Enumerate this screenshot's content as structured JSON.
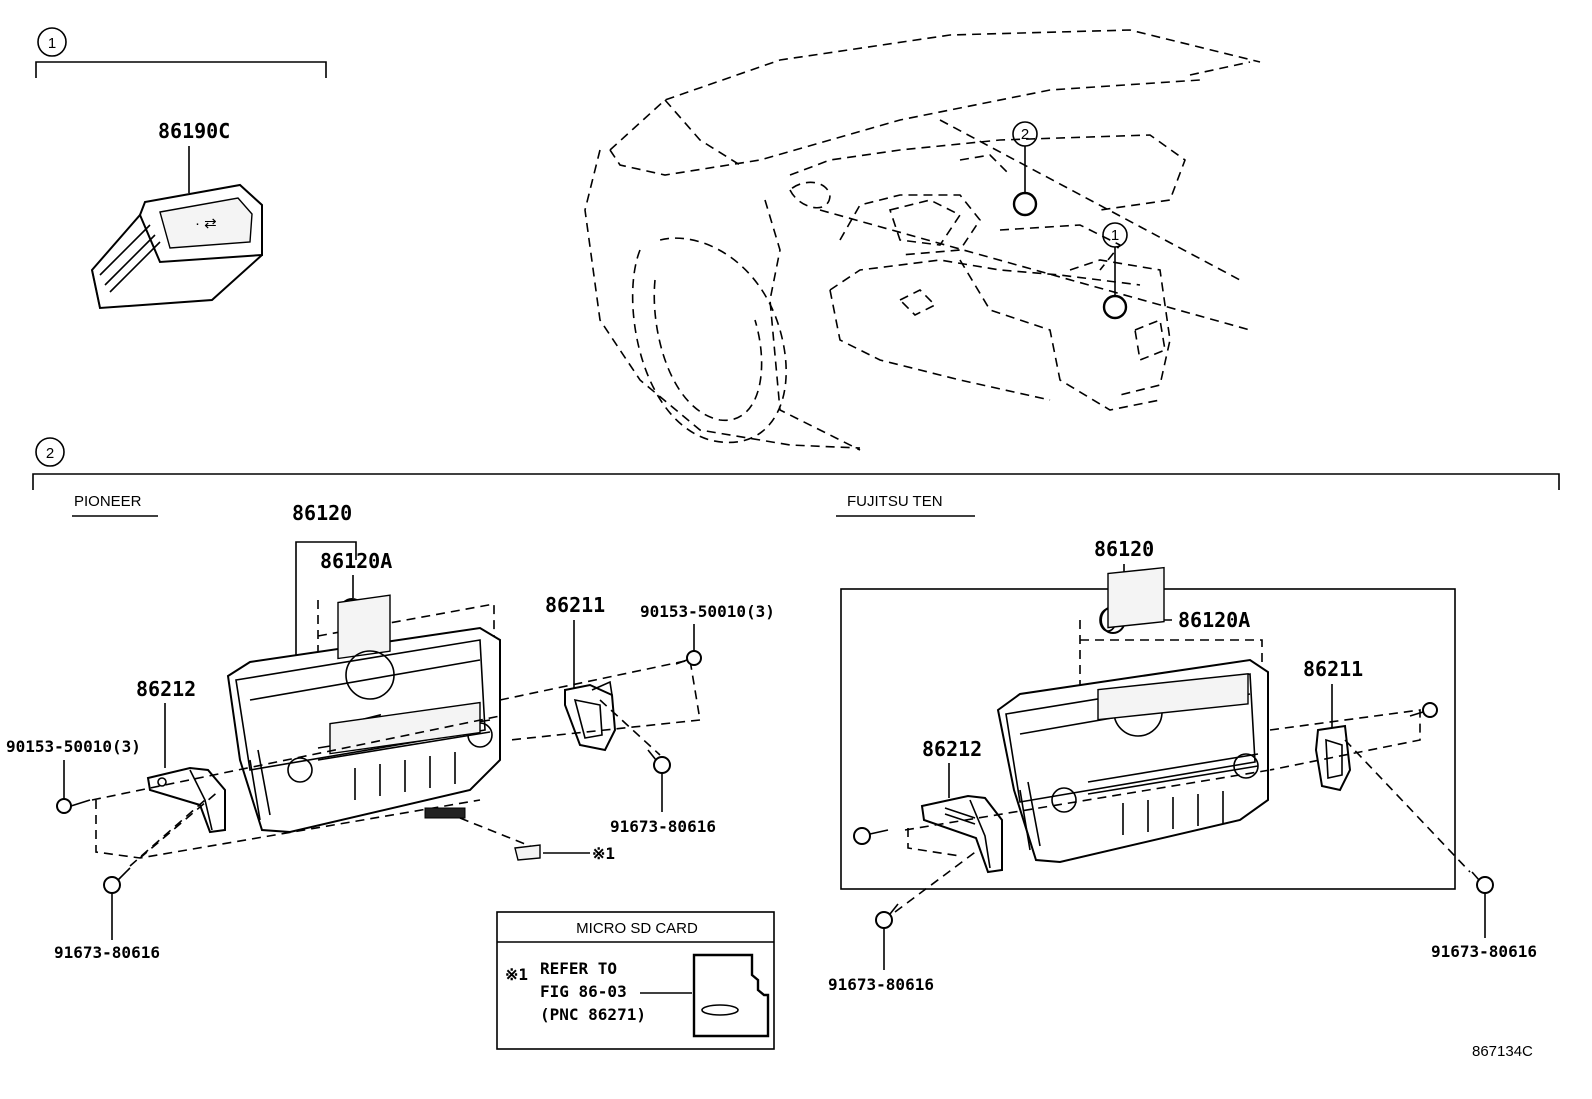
{
  "callouts": {
    "one": "1",
    "two": "2"
  },
  "section1": {
    "part": "86190C"
  },
  "section2": {
    "pioneer": {
      "heading": "PIONEER",
      "assembly": "86120",
      "knob": "86120A",
      "bracket_right": "86211",
      "bracket_left": "86212",
      "screw_top_right": "90153-50010(3)",
      "screw_left": "90153-50010(3)",
      "bolt_right": "91673-80616",
      "bolt_bottom": "91673-80616",
      "note_ref": "※1"
    },
    "fujitsu": {
      "heading": "FUJITSU TEN",
      "assembly": "86120",
      "knob": "86120A",
      "bracket_right": "86211",
      "bracket_left": "86212",
      "bolt_left": "91673-80616",
      "bolt_right": "91673-80616"
    }
  },
  "sd_box": {
    "title": "MICRO SD CARD",
    "marker": "※1",
    "line1": "REFER TO",
    "line2": "FIG 86-03",
    "line3": "(PNC 86271)"
  },
  "figure_id": "867134C"
}
